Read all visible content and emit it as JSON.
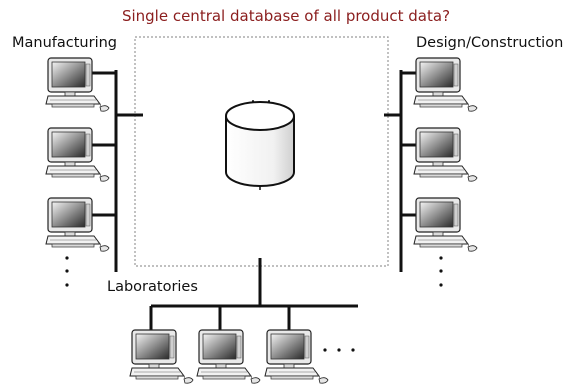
{
  "title": "Single central database of all product data?",
  "groups": {
    "manufacturing": "Manufacturing",
    "design": "Design/Construction",
    "laboratories": "Laboratories"
  },
  "ellipsis_vertical": "·\n·\n·",
  "ellipsis_horizontal": "· · ·",
  "colors": {
    "title": "#8b1e1e",
    "lines": "#111111",
    "dashed_box": "#9a9a9a"
  },
  "icons": {
    "database": "cylinder-database-icon",
    "computer": "workstation-computer-icon"
  }
}
